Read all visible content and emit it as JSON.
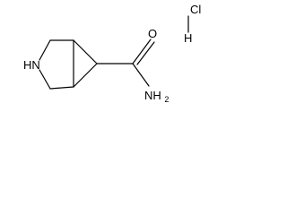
{
  "molecule": {
    "amine_label": "HN",
    "carbonyl_oxygen_label": "O",
    "amide_nitrogen_label": "NH",
    "amide_nitrogen_subscript": "2"
  },
  "salt": {
    "chlorine_label": "Cl",
    "hydrogen_label": "H"
  }
}
